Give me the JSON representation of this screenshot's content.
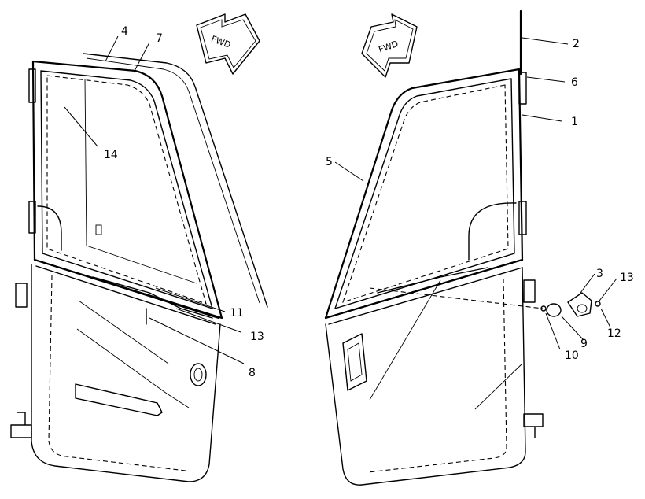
{
  "arrows": {
    "left_label": "FWD",
    "right_label": "FWD"
  },
  "callouts": {
    "c1": "1",
    "c2": "2",
    "c3": "3",
    "c4": "4",
    "c5": "5",
    "c6": "6",
    "c7": "7",
    "c8": "8",
    "c9": "9",
    "c10": "10",
    "c11": "11",
    "c12": "12",
    "c13a": "13",
    "c13b": "13",
    "c14": "14"
  }
}
